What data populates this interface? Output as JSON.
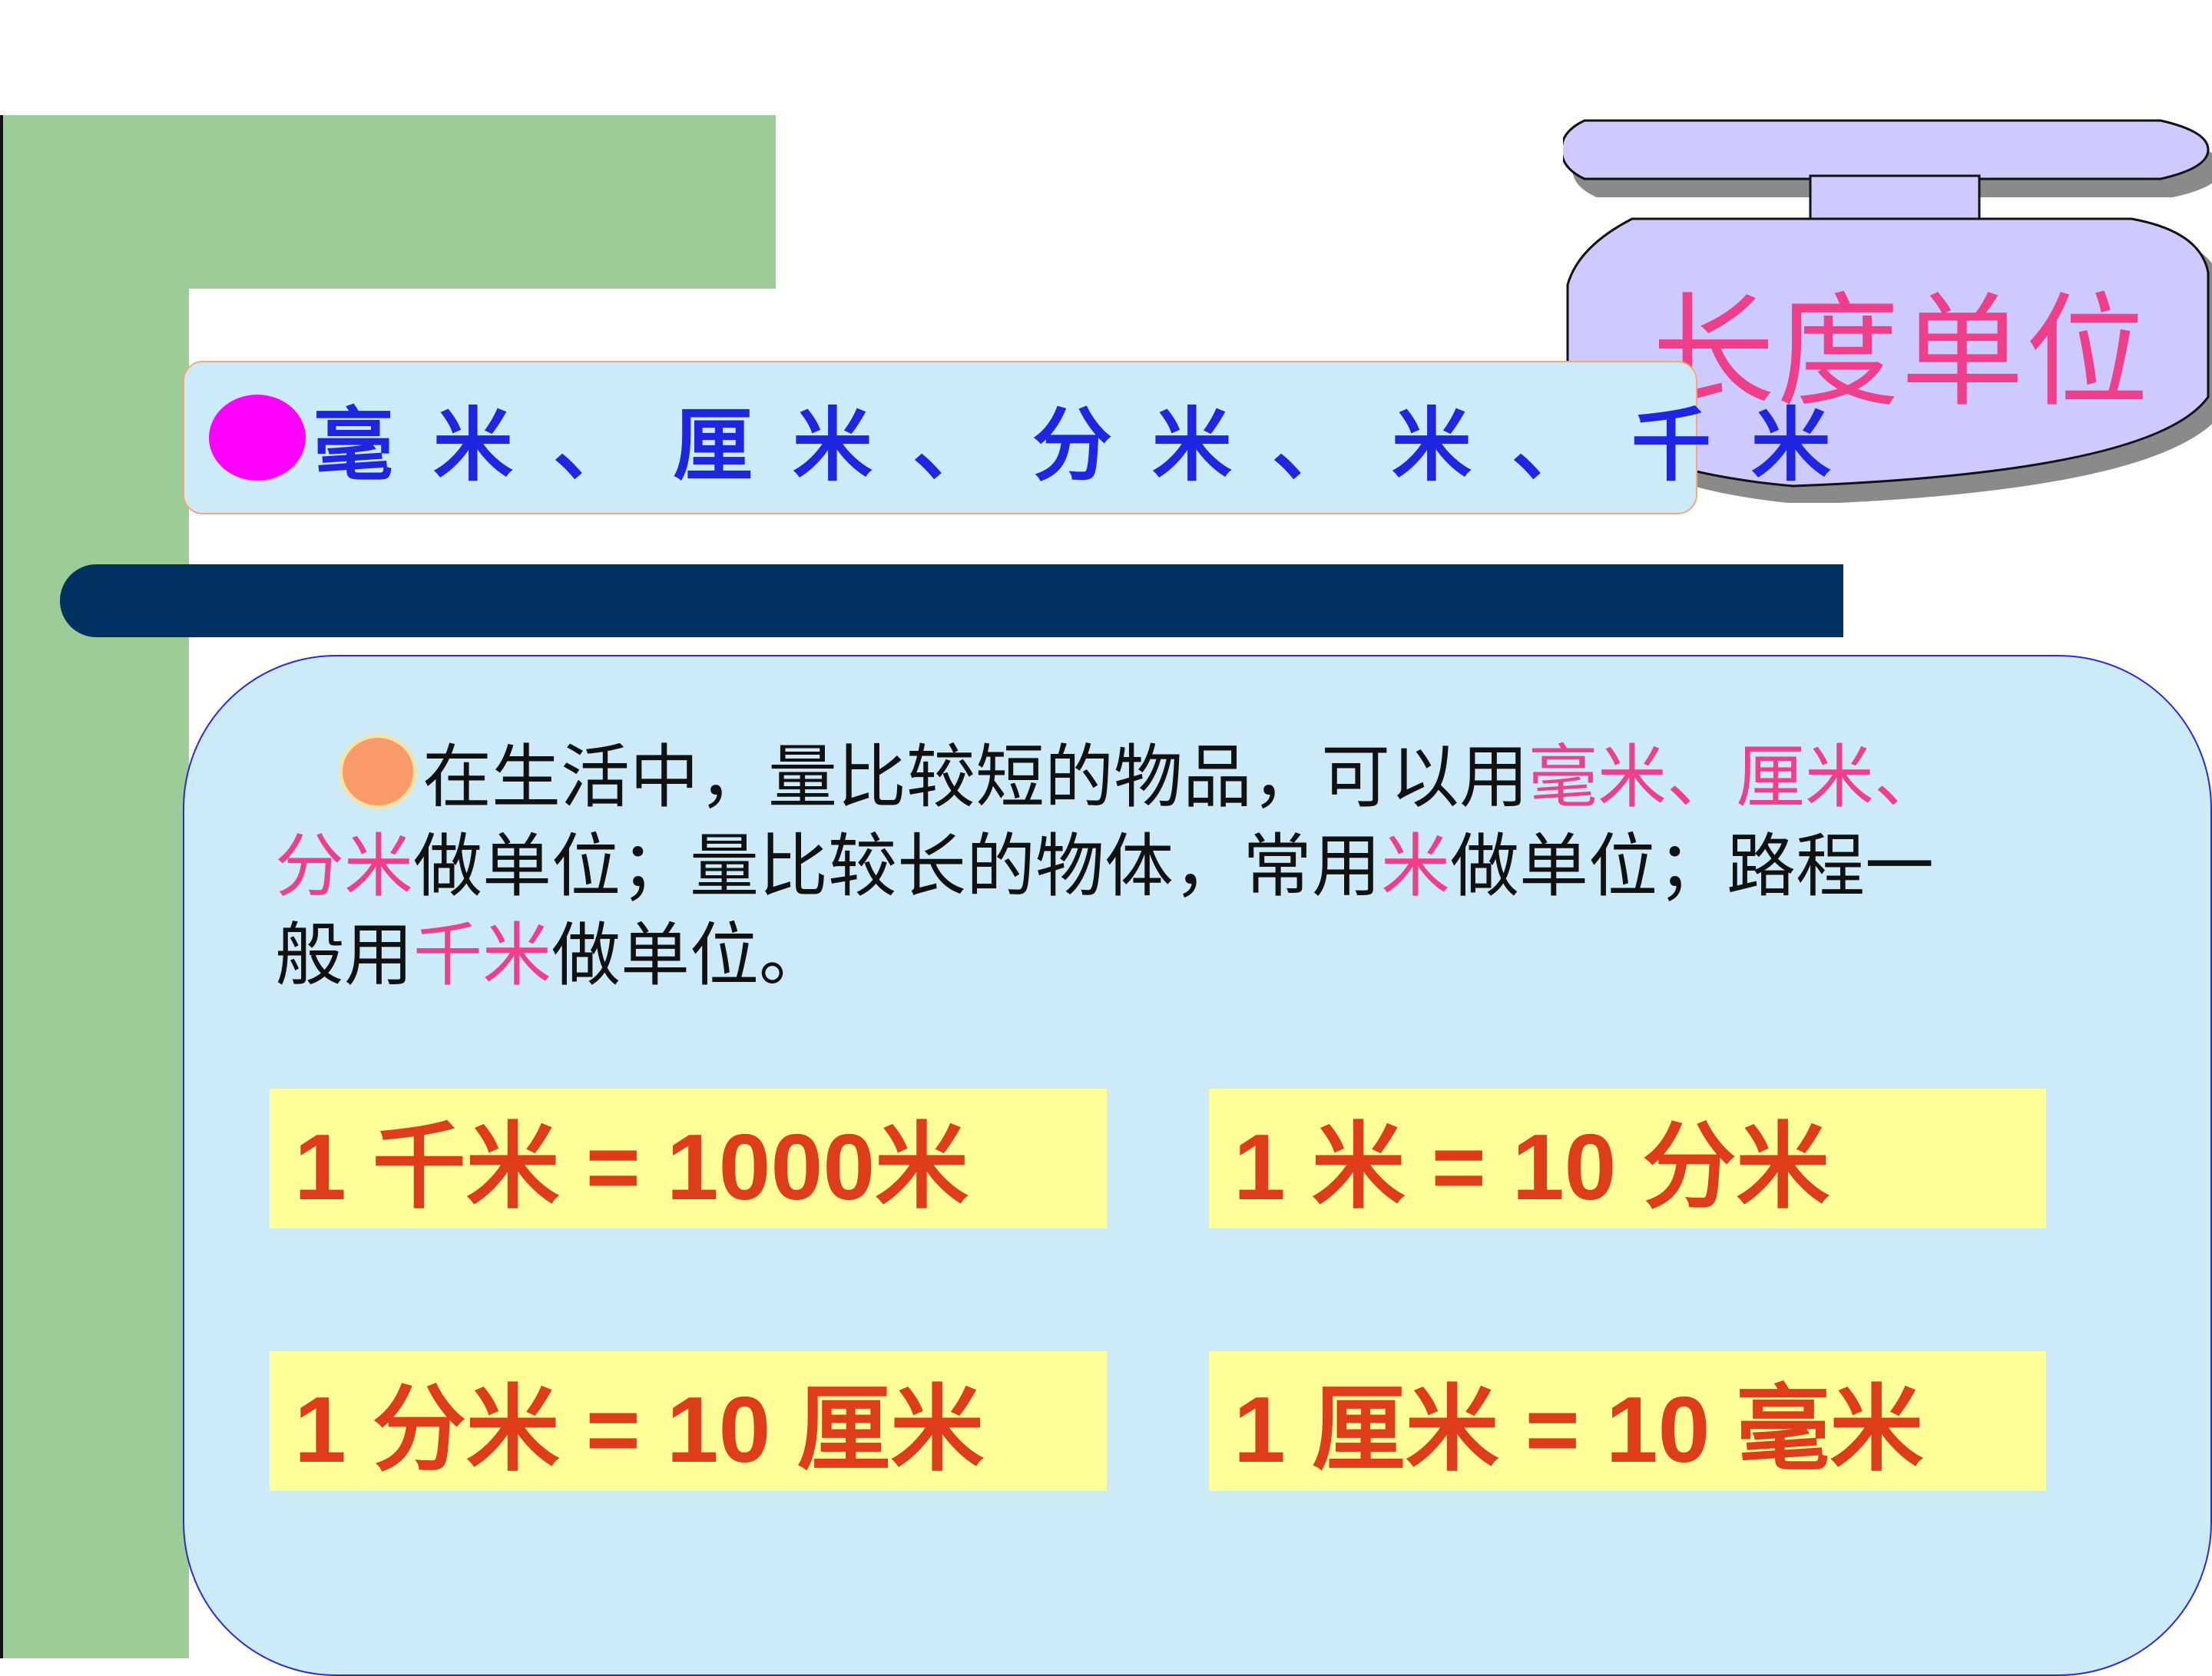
{
  "badge": {
    "title": "长度单位"
  },
  "units_bar": {
    "text": "毫米、厘米、分米、米、千米"
  },
  "paragraph": {
    "line1": {
      "a": "在生活中，量比较短的物品，可以用",
      "b": "毫米、厘米、"
    },
    "line2": {
      "a": "分米",
      "b": "做单位；量比较长的物体，常用",
      "c": "米",
      "d": "做单位；路程一"
    },
    "line3": {
      "a": "般用",
      "b": "千米",
      "c": "做单位。"
    }
  },
  "conversions": [
    "1 千米 = 1000米",
    "1 米 = 10 分米",
    "1 分米 = 10 厘米",
    "1 厘米 = 10 毫米"
  ],
  "colors": {
    "highlight": "#ee3f8a",
    "units_text": "#1f26e0",
    "conversion_text": "#dd3d1a",
    "panel_bg": "#cdeaf9",
    "navy": "#003262",
    "green": "#9ccc98",
    "badge_fill": "#cccaff"
  }
}
